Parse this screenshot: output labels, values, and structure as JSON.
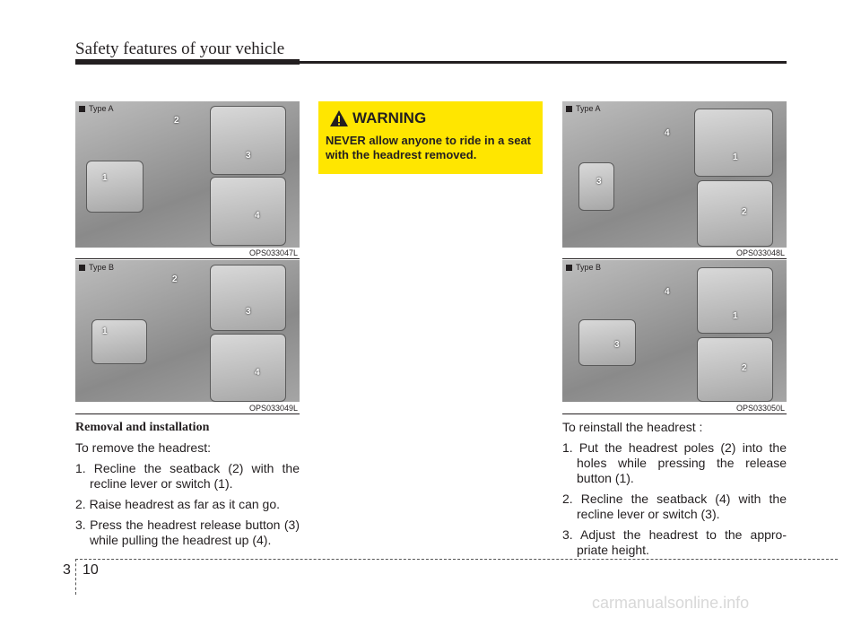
{
  "header": {
    "title": "Safety features of your vehicle"
  },
  "figures": {
    "f1": {
      "tag": "Type A",
      "code": "OPS033047L",
      "nums": [
        "1",
        "2",
        "3",
        "4"
      ]
    },
    "f2": {
      "tag": "Type B",
      "code": "OPS033049L",
      "nums": [
        "1",
        "2",
        "3",
        "4"
      ]
    },
    "f3": {
      "tag": "Type A",
      "code": "OPS033048L",
      "nums": [
        "1",
        "2",
        "3",
        "4"
      ]
    },
    "f4": {
      "tag": "Type B",
      "code": "OPS033050L",
      "nums": [
        "1",
        "2",
        "3",
        "4"
      ]
    }
  },
  "warning": {
    "title": "WARNING",
    "body": "NEVER allow anyone to ride in a seat with the headrest removed.",
    "color": "#ffe600"
  },
  "left": {
    "heading": "Removal and installation",
    "intro": "To remove the headrest:",
    "steps": [
      "1. Recline the seatback (2) with the recline lever or switch (1).",
      "2. Raise headrest as far as it can go.",
      "3. Press the headrest release button (3) while pulling the headrest up (4)."
    ]
  },
  "right": {
    "intro": "To reinstall the headrest :",
    "steps": [
      "1. Put the headrest poles (2) into the holes while pressing the release button (1).",
      "2. Recline the seatback (4) with the recline lever or switch (3).",
      "3. Adjust the headrest to the appro- priate height."
    ]
  },
  "footer": {
    "chapter": "3",
    "page": "10"
  },
  "watermark": "carmanualsonline.info"
}
